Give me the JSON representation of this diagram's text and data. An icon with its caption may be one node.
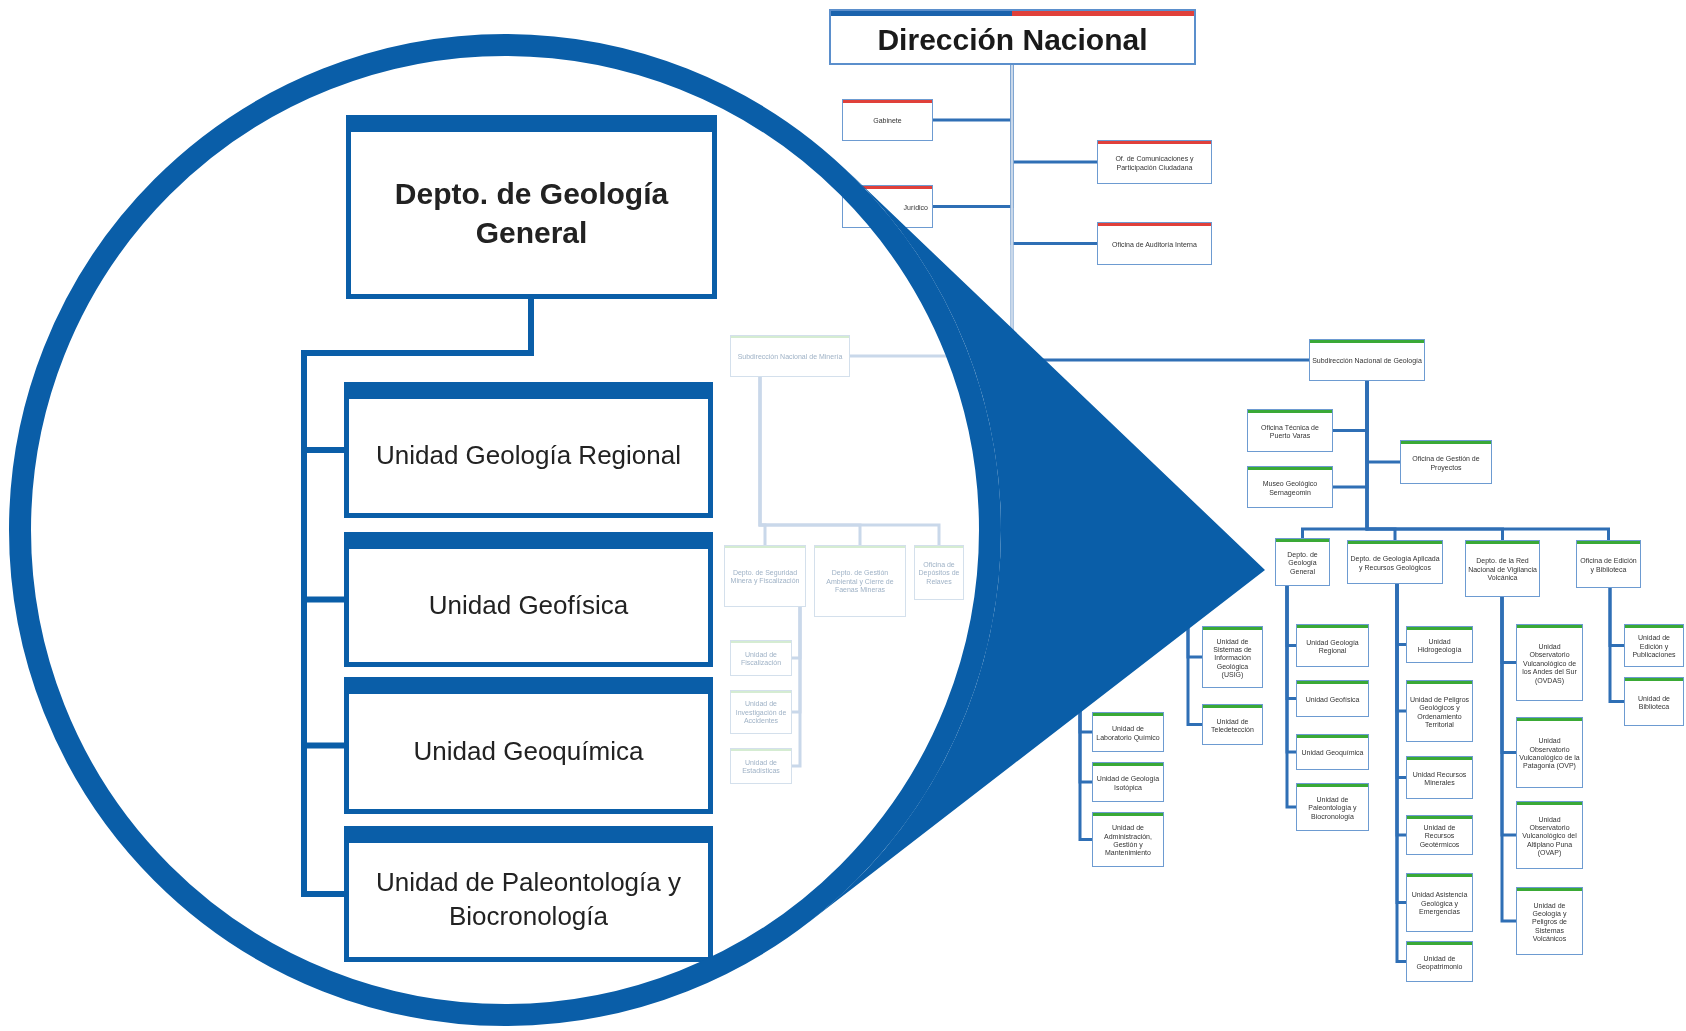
{
  "diagram": {
    "nodes": [
      {
        "text": [
          "Dirección Nacional"
        ]
      },
      {
        "text": [
          "Gabinete"
        ]
      },
      {
        "text": [
          "Jurídico"
        ]
      },
      {
        "text": [
          "Of. de Comunicaciones y Participación Ciudadana"
        ]
      },
      {
        "text": [
          "Oficina de Auditoría Interna"
        ]
      },
      {
        "text": [
          "Subdirección Nacional de Geología"
        ]
      },
      {
        "text": [
          "Oficina Técnica de Puerto Varas"
        ]
      },
      {
        "text": [
          "Museo Geológico Sernageomin"
        ]
      },
      {
        "text": [
          "Oficina de Gestión de Proyectos"
        ]
      },
      {
        "text": [
          "Depto. de Geología General"
        ]
      },
      {
        "text": [
          "Depto. de Geología Aplicada y Recursos Geológicos"
        ]
      },
      {
        "text": [
          "Depto. de la Red Nacional de Vigilancia Volcánica"
        ]
      },
      {
        "text": [
          "Oficina de Edición y Biblioteca"
        ]
      },
      {
        "text": [
          "Unidad de Laboratorio Químico"
        ]
      },
      {
        "text": [
          "Unidad de Geología Isotópica"
        ]
      },
      {
        "text": [
          "Unidad de Administración, Gestión y Mantenimiento"
        ]
      },
      {
        "text": [
          "Unidad de Sistemas de Información Geológica (USIG)"
        ]
      },
      {
        "text": [
          "Unidad de Teledetección"
        ]
      },
      {
        "text": [
          "Unidad Geología Regional"
        ]
      },
      {
        "text": [
          "Unidad Geofísica"
        ]
      },
      {
        "text": [
          "Unidad Geoquímica"
        ]
      },
      {
        "text": [
          "Unidad de Paleontología y Biocronología"
        ]
      },
      {
        "text": [
          "Unidad Hidrogeología"
        ]
      },
      {
        "text": [
          "Unidad de Peligros Geológicos y Ordenamiento Territorial"
        ]
      },
      {
        "text": [
          "Unidad Recursos Minerales"
        ]
      },
      {
        "text": [
          "Unidad de Recursos Geotérmicos"
        ]
      },
      {
        "text": [
          "Unidad Asistencia Geológica y Emergencias"
        ]
      },
      {
        "text": [
          "Unidad de Geopatrimonio"
        ]
      },
      {
        "text": [
          "Unidad Observatorio Vulcanológico de los Andes del Sur (OVDAS)"
        ]
      },
      {
        "text": [
          "Unidad Observatorio Vulcanológico de la Patagonia (OVP)"
        ]
      },
      {
        "text": [
          "Unidad Observatorio Vulcanológico del Altiplano Puna (OVAP)"
        ]
      },
      {
        "text": [
          "Unidad de Geología y Peligros de Sistemas Volcánicos"
        ]
      },
      {
        "text": [
          "Unidad de Edición y Publicaciones"
        ]
      },
      {
        "text": [
          "Unidad de Biblioteca"
        ]
      },
      {
        "text": [
          "Subdirección Nacional de Minería"
        ]
      },
      {
        "text": [
          "Depto. de Seguridad Minera y Fiscalización"
        ]
      },
      {
        "text": [
          "Depto. de Gestión Ambiental y Cierre de Faenas Mineras"
        ]
      },
      {
        "text": [
          "Oficina de Depósitos de Relaves"
        ]
      },
      {
        "text": [
          "Unidad de Fiscalización"
        ]
      },
      {
        "text": [
          "Unidad de Investigación de Accidentes"
        ]
      },
      {
        "text": [
          "Unidad de Estadísticas"
        ]
      },
      {
        "text": [
          "Depto. de Geología General"
        ]
      },
      {
        "text": [
          "Unidad Geología Regional"
        ]
      },
      {
        "text": [
          "Unidad Geofísica"
        ]
      },
      {
        "text": [
          "Unidad Geoquímica"
        ]
      },
      {
        "text": [
          "Unidad de Paleontología y Biocronología"
        ]
      }
    ],
    "edges": [
      {
        "from": 0,
        "to": 1,
        "arrow": "none"
      },
      {
        "from": 0,
        "to": 2,
        "arrow": "none"
      },
      {
        "from": 0,
        "to": 3,
        "arrow": "none"
      },
      {
        "from": 0,
        "to": 4,
        "arrow": "none"
      },
      {
        "from": 0,
        "to": 5,
        "arrow": "none"
      },
      {
        "from": 0,
        "to": 34,
        "arrow": "none",
        "color": "#c9d8ea"
      },
      {
        "from": 5,
        "to": 6,
        "arrow": "none"
      },
      {
        "from": 5,
        "to": 7,
        "arrow": "none"
      },
      {
        "from": 5,
        "to": 8,
        "arrow": "none"
      },
      {
        "from": 5,
        "to": 9,
        "arrow": "none"
      },
      {
        "from": 5,
        "to": 10,
        "arrow": "none"
      },
      {
        "from": 5,
        "to": 11,
        "arrow": "none"
      },
      {
        "from": 5,
        "to": 12,
        "arrow": "none"
      },
      {
        "from": null,
        "to": 13,
        "arrow": "none"
      },
      {
        "from": null,
        "to": 14,
        "arrow": "none"
      },
      {
        "from": null,
        "to": 15,
        "arrow": "none"
      },
      {
        "from": null,
        "to": 16,
        "arrow": "none"
      },
      {
        "from": null,
        "to": 17,
        "arrow": "none"
      },
      {
        "from": 9,
        "to": 18,
        "arrow": "none"
      },
      {
        "from": 9,
        "to": 19,
        "arrow": "none"
      },
      {
        "from": 9,
        "to": 20,
        "arrow": "none"
      },
      {
        "from": 9,
        "to": 21,
        "arrow": "none"
      },
      {
        "from": 10,
        "to": 22,
        "arrow": "none"
      },
      {
        "from": 10,
        "to": 23,
        "arrow": "none"
      },
      {
        "from": 10,
        "to": 24,
        "arrow": "none"
      },
      {
        "from": 10,
        "to": 25,
        "arrow": "none"
      },
      {
        "from": 10,
        "to": 26,
        "arrow": "none"
      },
      {
        "from": 10,
        "to": 27,
        "arrow": "none"
      },
      {
        "from": 11,
        "to": 28,
        "arrow": "none"
      },
      {
        "from": 11,
        "to": 29,
        "arrow": "none"
      },
      {
        "from": 11,
        "to": 30,
        "arrow": "none"
      },
      {
        "from": 11,
        "to": 31,
        "arrow": "none"
      },
      {
        "from": 12,
        "to": 32,
        "arrow": "none"
      },
      {
        "from": 12,
        "to": 33,
        "arrow": "none"
      },
      {
        "from": 34,
        "to": 35,
        "arrow": "none",
        "color": "#c9d8ea"
      },
      {
        "from": 34,
        "to": 36,
        "arrow": "none",
        "color": "#c9d8ea"
      },
      {
        "from": 34,
        "to": 37,
        "arrow": "none",
        "color": "#c9d8ea"
      },
      {
        "from": 35,
        "to": 38,
        "arrow": "none",
        "color": "#c9d8ea"
      },
      {
        "from": 35,
        "to": 39,
        "arrow": "none",
        "color": "#c9d8ea"
      },
      {
        "from": 35,
        "to": 40,
        "arrow": "none",
        "color": "#c9d8ea"
      },
      {
        "from": 41,
        "to": 42,
        "arrow": "none",
        "style": "thick"
      },
      {
        "from": 41,
        "to": 43,
        "arrow": "none",
        "style": "thick"
      },
      {
        "from": 41,
        "to": 44,
        "arrow": "none",
        "style": "thick"
      },
      {
        "from": 41,
        "to": 45,
        "arrow": "none",
        "style": "thick"
      }
    ]
  }
}
